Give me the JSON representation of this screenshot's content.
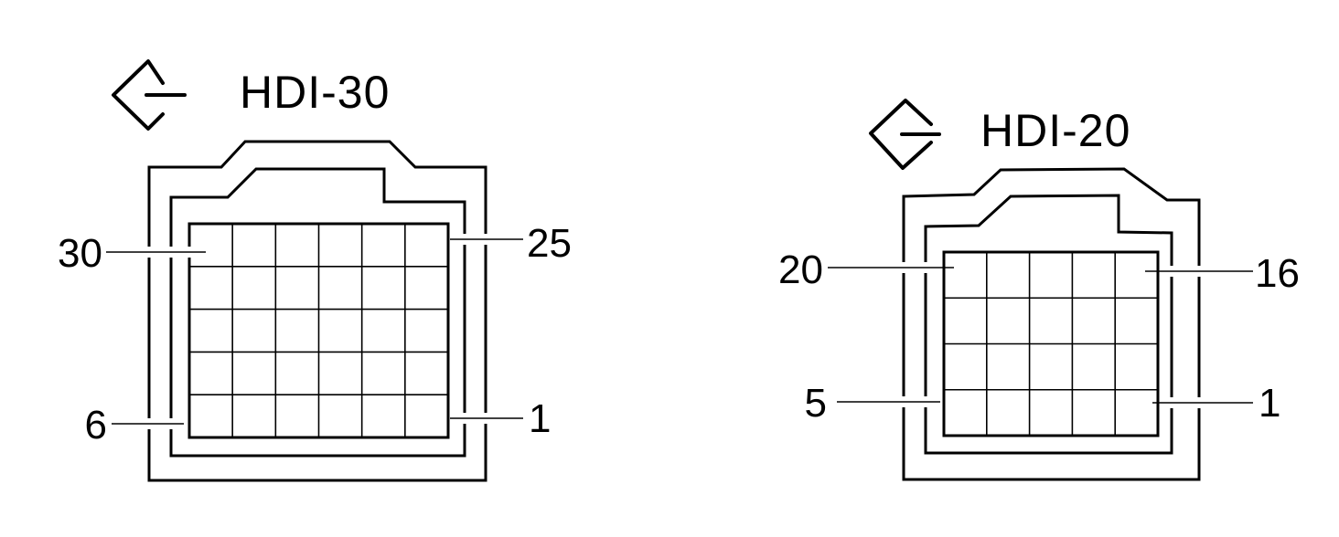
{
  "connectors": [
    {
      "title": "HDI-30",
      "icon": "ground-diamond-icon",
      "columns": 6,
      "rows": 5,
      "pins": {
        "top_left": "30",
        "bottom_left": "6",
        "top_right": "25",
        "bottom_right": "1"
      }
    },
    {
      "title": "HDI-20",
      "icon": "ground-diamond-icon",
      "columns": 5,
      "rows": 4,
      "pins": {
        "top_left": "20",
        "bottom_left": "5",
        "top_right": "16",
        "bottom_right": "1"
      }
    }
  ]
}
